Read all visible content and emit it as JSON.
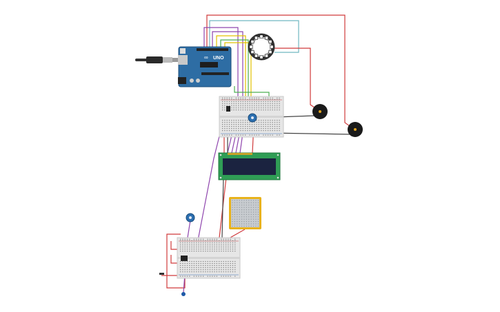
{
  "arduino": {
    "board_label": "UNO",
    "brand_mark": "∞",
    "color": "#2e6da4"
  },
  "components": {
    "neopixel_ring": {
      "pixel_count": 12
    },
    "lcd": {
      "type": "16x2"
    },
    "keypad": {
      "rows": 4,
      "cols": 4
    }
  },
  "colors": {
    "wire_red": "#d0393a",
    "wire_purple": "#8e44ad",
    "wire_teal": "#6fb7c0",
    "wire_green": "#4caf50",
    "wire_yellow": "#e3c200",
    "wire_dark": "#444444",
    "breadboard": "#e6e6e6",
    "lcd_pcb": "#2f9d55",
    "lcd_screen": "#1b2340",
    "keypad_frame": "#e8b21a",
    "buzzer": "#1a1a1a",
    "pot_blue": "#2c6fb0"
  }
}
